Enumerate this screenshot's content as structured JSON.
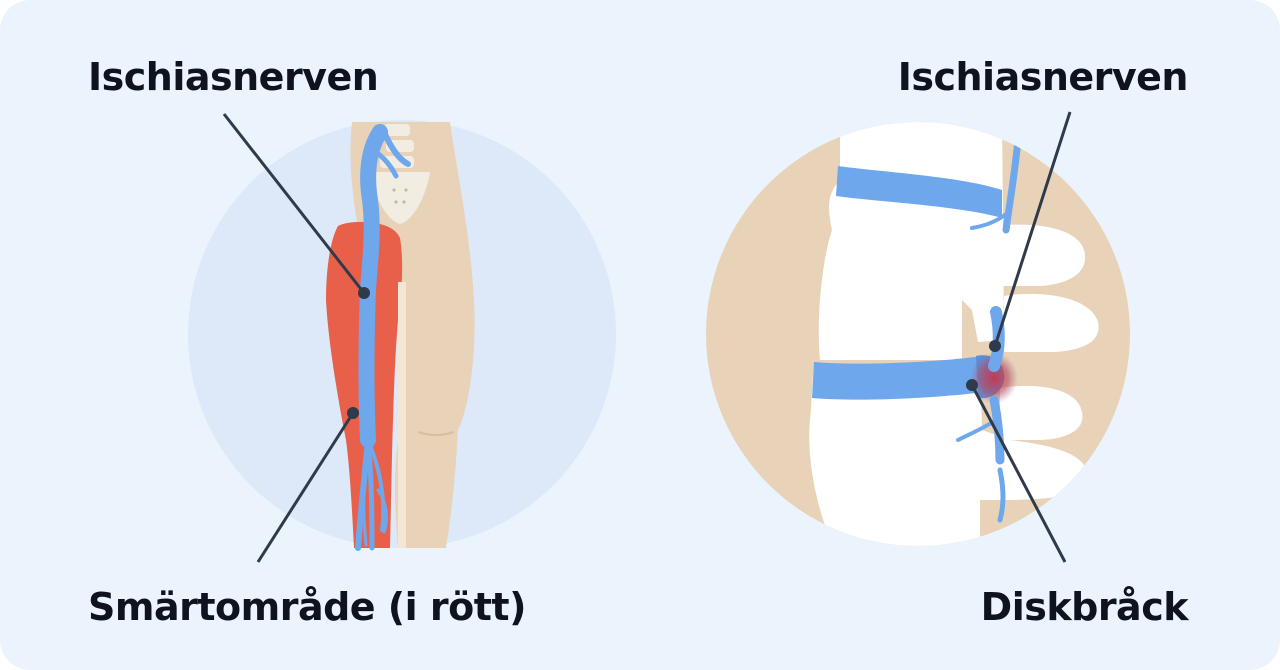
{
  "labels": {
    "left_nerve": "Ischiasnerven",
    "pain_area": "Smärtområde (i rött)",
    "right_nerve": "Ischiasnerven",
    "herniation": "Diskbråck"
  },
  "colors": {
    "background": "#ebf3fd",
    "circle_left": "#dde9f9",
    "skin": "#e8d3b9",
    "pain": "#e8604a",
    "nerve": "#6ea7ec",
    "bone": "#ffffff",
    "inflamed": "#c8354b",
    "text": "#0f1320",
    "leader_line": "#2f3a4a"
  }
}
